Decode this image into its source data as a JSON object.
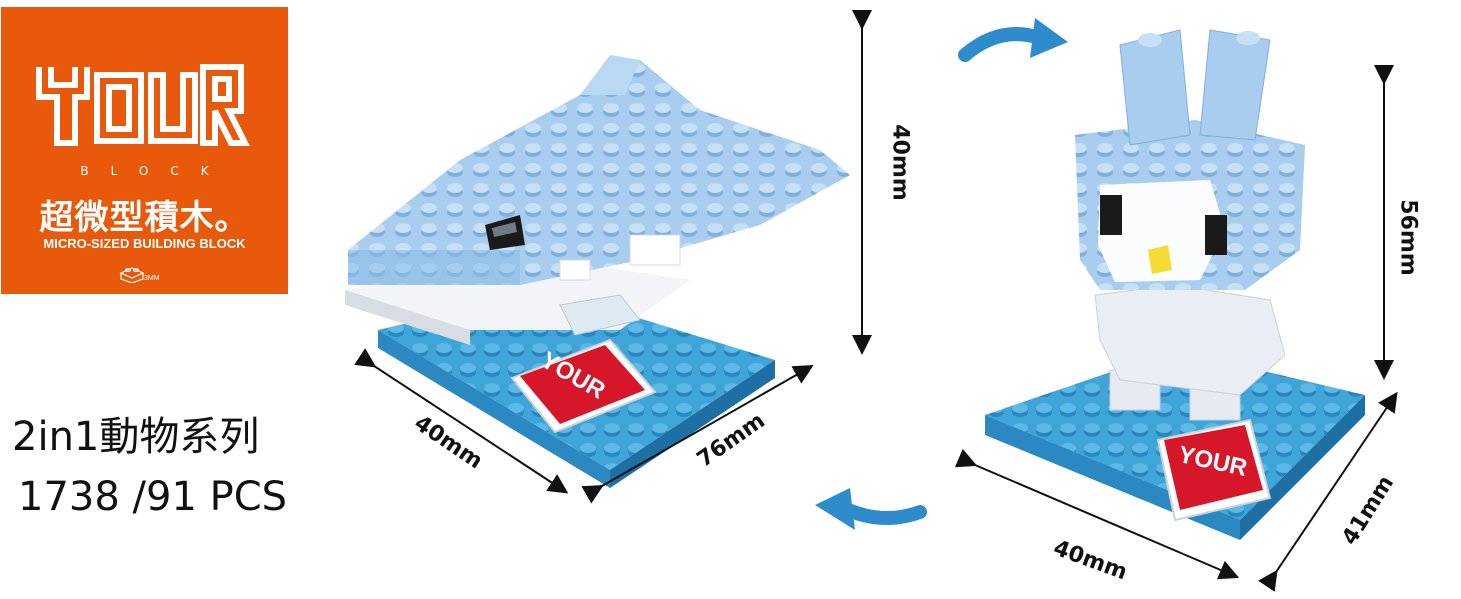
{
  "brand": {
    "logo_text": "YOUR",
    "sub_word": "BLOCK",
    "cn_title": "超微型積木。",
    "en_title": "MICRO-SIZED BUILDING BLOCK",
    "brick_size": "3MM",
    "accent": "#e8590c"
  },
  "product": {
    "series": "2in1動物系列",
    "pieces": "1738 /91 PCS"
  },
  "dolphin": {
    "badge": "YOUR",
    "height": "40mm",
    "depth": "40mm",
    "length": "76mm"
  },
  "bunny": {
    "badge": "YOUR",
    "height": "56mm",
    "width": "40mm",
    "depth": "41mm"
  },
  "colors": {
    "light_blue": "#a9cdee",
    "base_blue": "#3fa5d8",
    "badge_red": "#d6172a",
    "arrow_blue": "#2f8ccc"
  }
}
